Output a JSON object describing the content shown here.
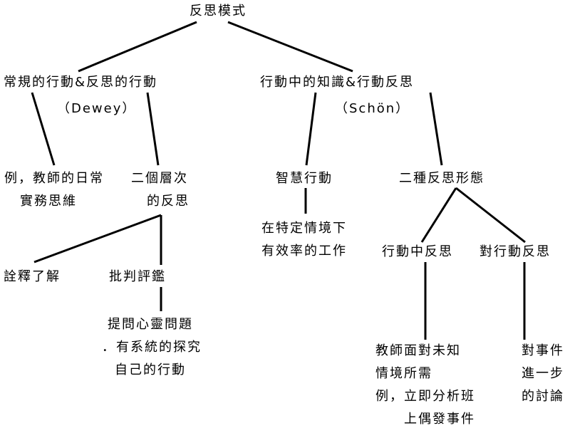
{
  "diagram": {
    "root": "反思模式",
    "branch_left": {
      "title": "常規的行動&反思的行動",
      "source": "（Dewey）",
      "child_a": [
        "例，教師的日常",
        "實務思維"
      ],
      "child_b": [
        "二個層次",
        "的反思"
      ],
      "level_1": "詮釋了解",
      "level_2": "批判評鑑",
      "level_2_detail": [
        "提問心靈問題",
        "．有系統的探究",
        "自己的行動"
      ]
    },
    "branch_right": {
      "title": "行動中的知識&行動反思",
      "source": "（Schön）",
      "child_a": "智慧行動",
      "child_a_detail": [
        "在特定情境下",
        "有效率的工作"
      ],
      "child_b": "二種反思形態",
      "reflection_in_action": "行動中反思",
      "reflection_in_action_detail": [
        "教師面對未知",
        "情境所需",
        "例，立即分析班",
        "上偶發事件"
      ],
      "reflection_on_action": "對行動反思",
      "reflection_on_action_detail": [
        "對事件",
        "進一步",
        "的討論"
      ]
    }
  }
}
